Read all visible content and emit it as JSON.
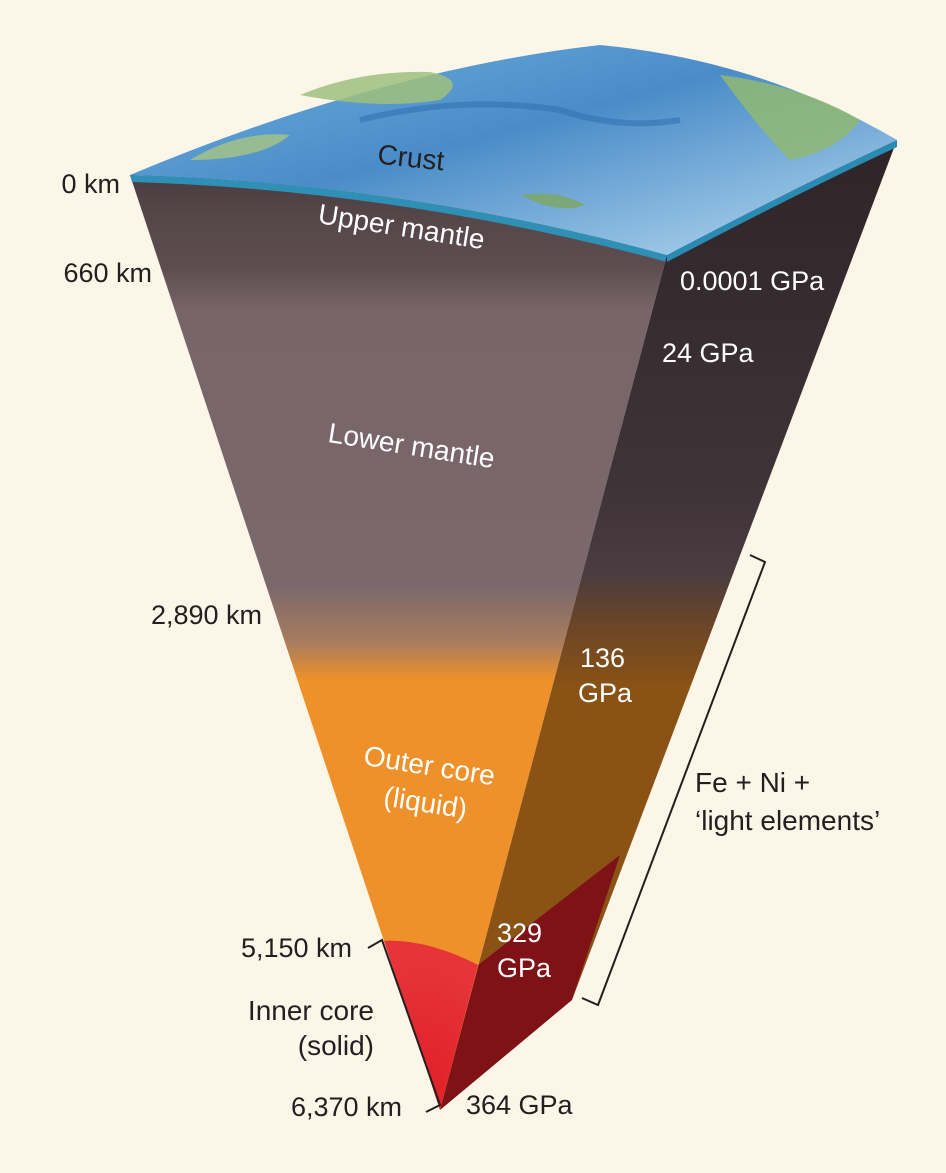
{
  "depths": {
    "surface": "0 km",
    "upper_mantle_base": "660 km",
    "lower_mantle_base": "2,890 km",
    "outer_core_base": "5,150 km",
    "center": "6,370 km"
  },
  "pressures": {
    "surface": "0.0001 GPa",
    "upper_mantle_base": "24 GPa",
    "lower_mantle_base_line1": "136",
    "lower_mantle_base_line2": "GPa",
    "outer_core_base_line1": "329",
    "outer_core_base_line2": "GPa",
    "center": "364 GPa"
  },
  "layers": {
    "crust": "Crust",
    "upper_mantle": "Upper mantle",
    "lower_mantle": "Lower mantle",
    "outer_core_line1": "Outer core",
    "outer_core_line2": "(liquid)",
    "inner_core_line1": "Inner core",
    "inner_core_line2": "(solid)"
  },
  "composition": {
    "line1": "Fe + Ni +",
    "line2": "‘light elements’"
  },
  "colors": {
    "background": "#fbf6e8",
    "upper_mantle": "#554548",
    "lower_mantle": "#7b686c",
    "outer_core": "#ee912a",
    "inner_core": "#e3262d",
    "side_mantle": "#3b3135",
    "side_outer_core": "#8a5215",
    "side_inner_core": "#7f1216",
    "ocean": "#8fc3e4"
  }
}
